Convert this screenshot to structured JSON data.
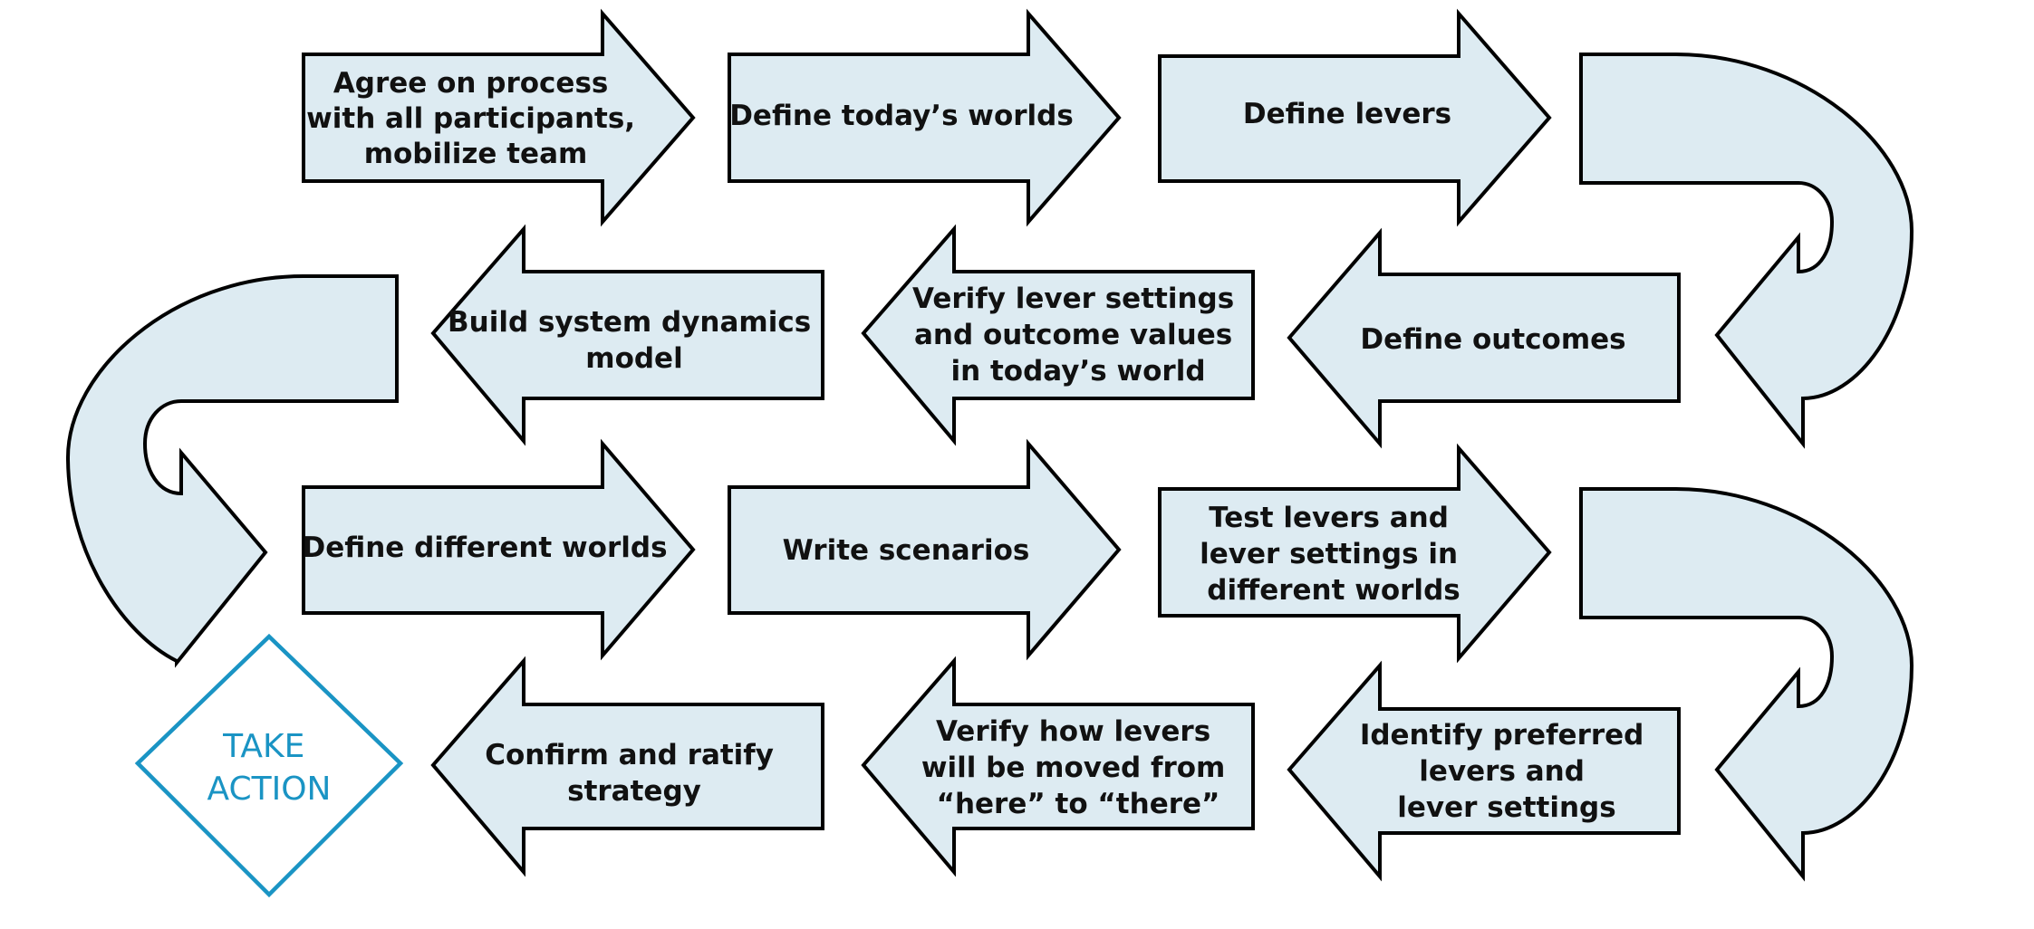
{
  "steps": [
    {
      "id": "agree",
      "lines": [
        "Agree on process",
        "with all participants,",
        "mobilize team"
      ]
    },
    {
      "id": "today-worlds",
      "lines": [
        "Define today’s worlds"
      ]
    },
    {
      "id": "levers",
      "lines": [
        "Define levers"
      ]
    },
    {
      "id": "outcomes",
      "lines": [
        "Define outcomes"
      ]
    },
    {
      "id": "verify-settings",
      "lines": [
        "Verify lever settings",
        "and outcome values",
        "in today’s world"
      ]
    },
    {
      "id": "build-model",
      "lines": [
        "Build system dynamics",
        "model"
      ]
    },
    {
      "id": "different-worlds",
      "lines": [
        "Define different worlds"
      ]
    },
    {
      "id": "scenarios",
      "lines": [
        "Write scenarios"
      ]
    },
    {
      "id": "test-levers",
      "lines": [
        "Test levers and",
        "lever settings in",
        "different worlds"
      ]
    },
    {
      "id": "identify-preferred",
      "lines": [
        "Identify preferred",
        "levers and",
        "lever settings"
      ]
    },
    {
      "id": "verify-moved",
      "lines": [
        "Verify how levers",
        "will be moved from",
        "“here” to “there”"
      ]
    },
    {
      "id": "confirm-ratify",
      "lines": [
        "Confirm and ratify",
        "strategy"
      ]
    }
  ],
  "final": {
    "lines": [
      "TAKE",
      "ACTION"
    ]
  },
  "colors": {
    "arrow_fill": "#ddebf2",
    "outline": "#000000",
    "diamond": "#1a94c4"
  }
}
